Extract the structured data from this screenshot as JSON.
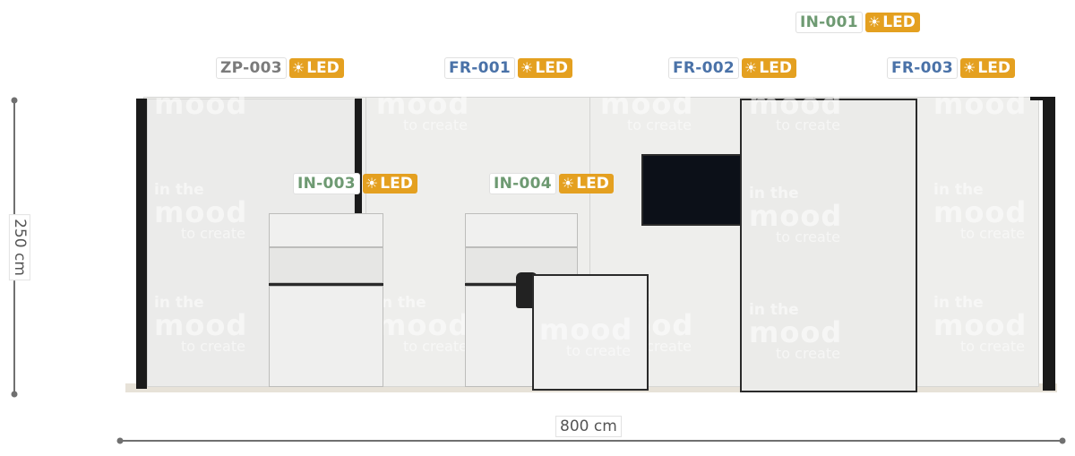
{
  "colors": {
    "code_frame": "#4a72a8",
    "code_interior": "#6e9a72",
    "code_zp": "#7b7b7b",
    "led_badge": "#e4a020",
    "frame_black": "#1a1a1a",
    "panel": "#ececea",
    "floor": "#e7e2d8",
    "dimension": "#707070"
  },
  "led_label": "LED",
  "led_icon": "sun-icon",
  "labels": [
    {
      "id": "zp003",
      "code": "ZP-003",
      "color": "#7b7b7b"
    },
    {
      "id": "fr001",
      "code": "FR-001",
      "color": "#4a72a8"
    },
    {
      "id": "fr002",
      "code": "FR-002",
      "color": "#4a72a8"
    },
    {
      "id": "fr003",
      "code": "FR-003",
      "color": "#4a72a8"
    },
    {
      "id": "in001",
      "code": "IN-001",
      "color": "#6e9a72"
    },
    {
      "id": "in003",
      "code": "IN-003",
      "color": "#6e9a72"
    },
    {
      "id": "in004",
      "code": "IN-004",
      "color": "#6e9a72"
    }
  ],
  "watermark": {
    "line1": "in the",
    "line2": "mood",
    "line3": "to create"
  },
  "dimensions": {
    "height": "250 cm",
    "width": "800 cm"
  }
}
